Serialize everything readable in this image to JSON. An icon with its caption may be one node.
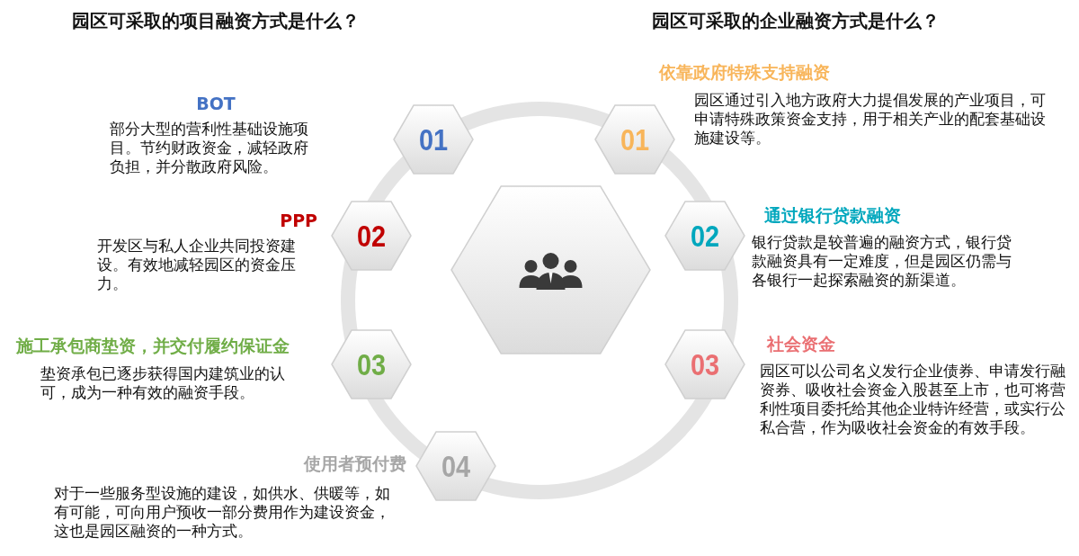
{
  "diagram": {
    "nodes": [
      {
        "text": [],
        "shape": "hexagon"
      },
      {
        "text": [
          "01"
        ],
        "beside": [
          "BOT",
          "部分大型的营利性基础设施项目。节约财政资金，减轻政府负担，并分散政府风险。"
        ]
      },
      {
        "text": [
          "02"
        ],
        "beside": [
          "PPP",
          "开发区与私人企业共同投资建设。有效地减轻园区的资金压力。"
        ]
      },
      {
        "text": [
          "03"
        ],
        "beside": [
          "施工承包商垫资，并交付履约保证金",
          "垫资承包已逐步获得国内建筑业的认可，成为一种有效的融资手段。"
        ]
      },
      {
        "text": [
          "04"
        ],
        "beside": [
          "使用者预付费",
          "对于一些服务型设施的建设，如供水、供暖等，如有可能，可向用户预收一部分费用作为建设资金，这也是园区融资的一种方式。"
        ]
      },
      {
        "text": [
          "01"
        ],
        "beside": [
          "依靠政府特殊支持融资",
          "园区通过引入地方政府大力提倡发展的产业项目，可申请特殊政策资金支持，用于相关产业的配套基础设施建设等。"
        ]
      },
      {
        "text": [
          "02"
        ],
        "beside": [
          "通过银行贷款融资",
          "银行贷款是较普遍的融资方式，银行贷款融资具有一定难度，但是园区仍需与各银行一起探索融资的新渠道。"
        ]
      },
      {
        "text": [
          "03"
        ],
        "beside": [
          "社会资金",
          "园区可以公司名义发行企业债券、申请发行融资券、吸收社会资金入股甚至上市，也可将营利性项目委托给其他企业特许经营，或实行公私合营，作为吸收社会资金的有效手段。"
        ]
      }
    ],
    "labels": [
      "园区可采取的项目融资方式是什么？",
      "园区可采取的企业融资方式是什么？"
    ]
  }
}
